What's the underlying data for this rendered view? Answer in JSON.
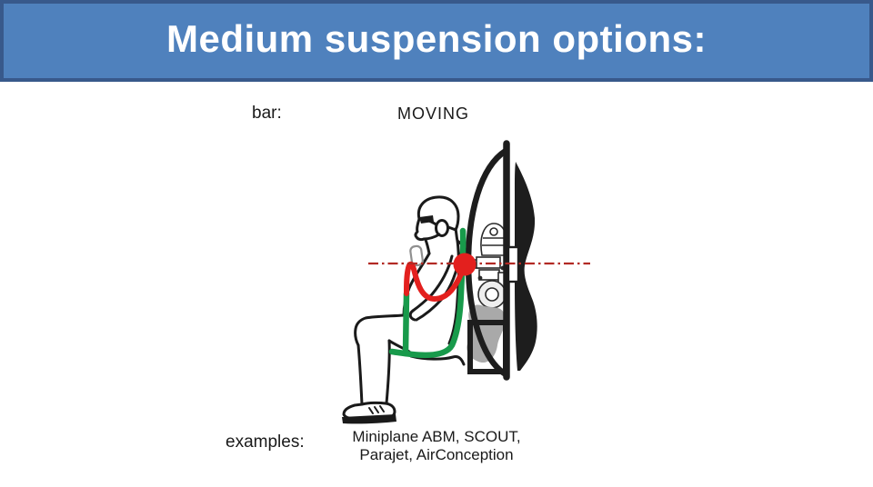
{
  "slide": {
    "title": "Medium suspension options:"
  },
  "banner": {
    "fill": "#4f81bd",
    "border": "#38598b",
    "text_color": "#ffffff"
  },
  "content": {
    "bar_label": "bar:",
    "bar_value": "MOVING",
    "examples_label": "examples:",
    "examples_line1": "Miniplane ABM, SCOUT,",
    "examples_line2": "Parajet, AirConception"
  },
  "diagram": {
    "subject": "Side view of seated paramotor pilot showing moving-bar medium suspension",
    "icons": [
      "pilot-figure",
      "helmet-icon",
      "paramotor-cage-icon",
      "engine-icon",
      "propeller-icon",
      "muffler-blob",
      "hub-plate",
      "harness-straps",
      "red-strap",
      "pivot-dot",
      "pivot-axis-line",
      "throttle-icon"
    ],
    "colors": {
      "harness_green": "#189a4b",
      "strap_red": "#e3201e",
      "axis_red": "#b22a24",
      "outline_black": "#1a1a1a",
      "cage_black": "#1d1d1d",
      "muffler_gray": "#a9a9a9",
      "throttle_gray": "#8f8f8f",
      "engine_line": "#2a2a2a"
    }
  }
}
